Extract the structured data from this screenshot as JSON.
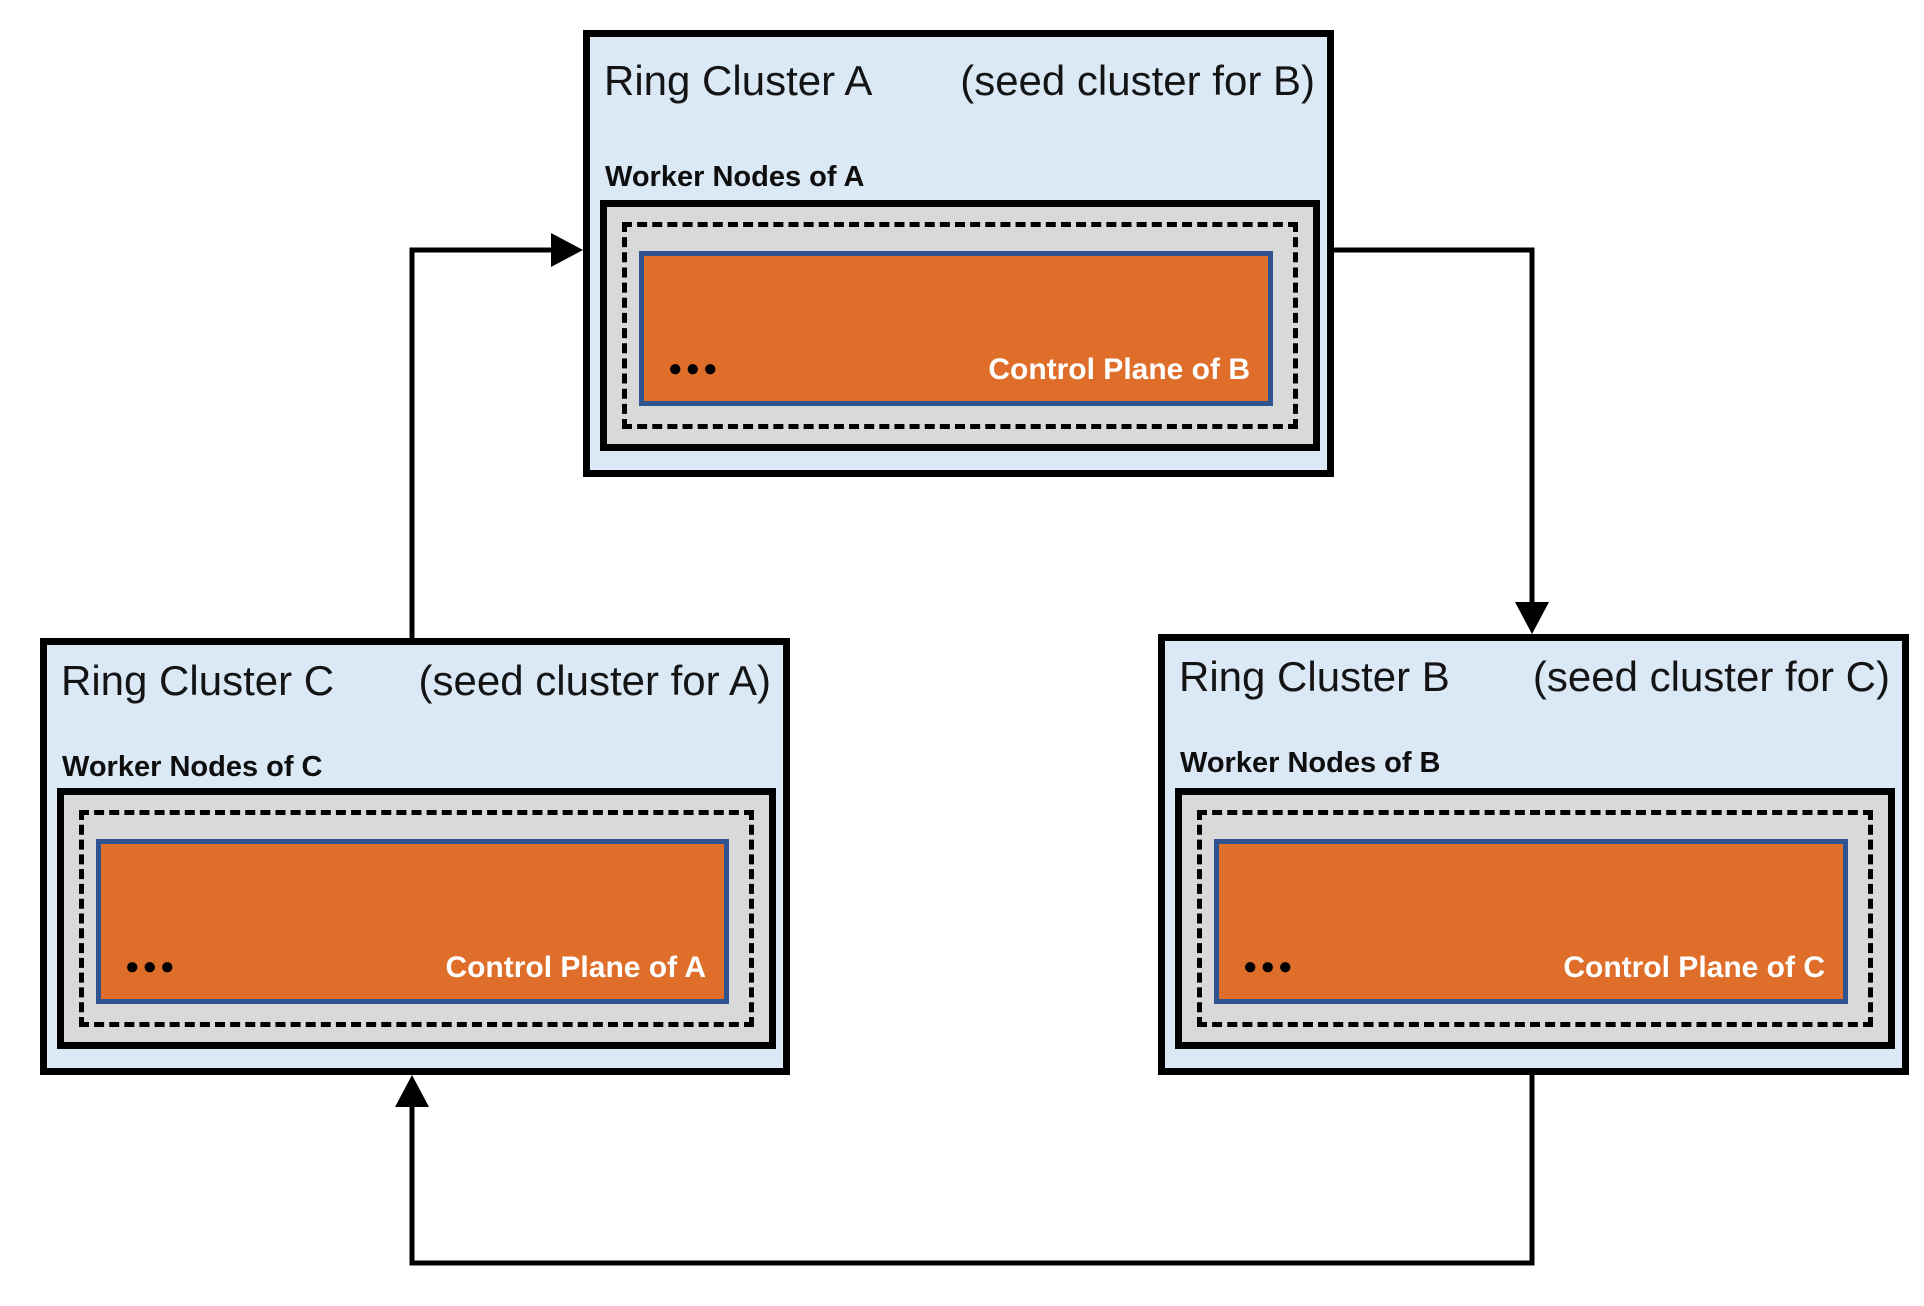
{
  "colors": {
    "cluster_bg": "#dbe8f5",
    "worker_box_bg": "#d9d9d9",
    "control_plane_fill": "#df6e2b",
    "control_plane_border": "#2f5291",
    "border": "#000000",
    "arrow": "#000000"
  },
  "clusters": [
    {
      "id": "A",
      "title": "Ring Cluster A",
      "seed_note": "(seed cluster for B)",
      "worker_label": "Worker Nodes of A",
      "dots": "●●●",
      "control_plane_label": "Control Plane of B"
    },
    {
      "id": "B",
      "title": "Ring Cluster B",
      "seed_note": "(seed cluster for C)",
      "worker_label": "Worker Nodes of B",
      "dots": "●●●",
      "control_plane_label": "Control Plane of C"
    },
    {
      "id": "C",
      "title": "Ring Cluster C",
      "seed_note": "(seed cluster for A)",
      "worker_label": "Worker Nodes of C",
      "dots": "●●●",
      "control_plane_label": "Control Plane of A"
    }
  ],
  "arrows": [
    {
      "from": "Ring Cluster C",
      "to": "Ring Cluster A"
    },
    {
      "from": "Ring Cluster A",
      "to": "Ring Cluster B"
    },
    {
      "from": "Ring Cluster B",
      "to": "Ring Cluster C"
    }
  ]
}
